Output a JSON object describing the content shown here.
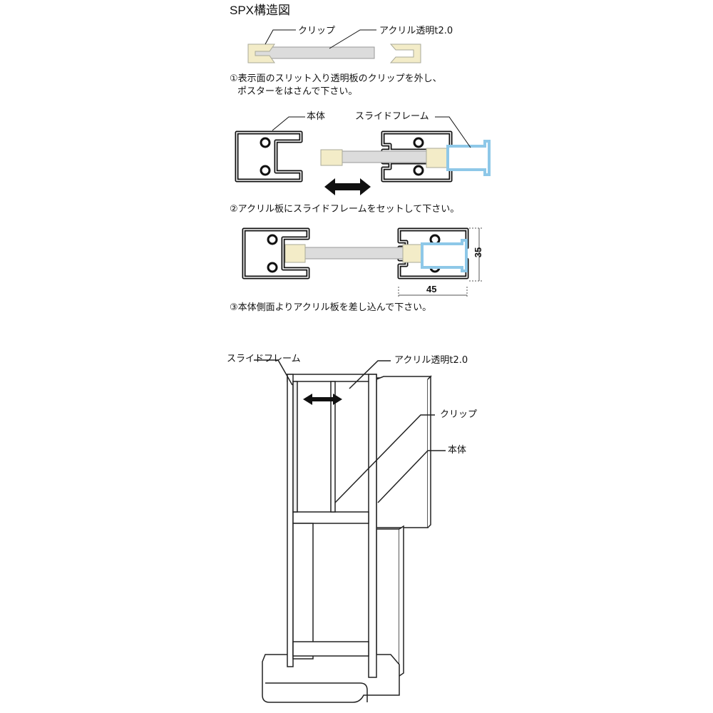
{
  "title": "SPX構造図",
  "section1": {
    "label_clip": "クリップ",
    "label_acrylic": "アクリル透明t2.0",
    "step_line1": "①表示面のスリット入り透明板のクリップを外し、",
    "step_line2": "ポスターをはさんで下さい。"
  },
  "section2": {
    "label_body": "本体",
    "label_slide_frame": "スライドフレーム",
    "step": "②アクリル板にスライドフレームをセットして下さい。"
  },
  "section3": {
    "dim_height": "35",
    "dim_width": "45",
    "step": "③本体側面よりアクリル板を差し込んで下さい。"
  },
  "stand": {
    "label_slide_frame": "スライドフレーム",
    "label_acrylic": "アクリル透明t2.0",
    "label_clip": "クリップ",
    "label_body": "本体"
  },
  "colors": {
    "slide_frame": "#8ec8e8",
    "clip": "#f3ecc8",
    "acrylic": "#dcdcdc"
  }
}
